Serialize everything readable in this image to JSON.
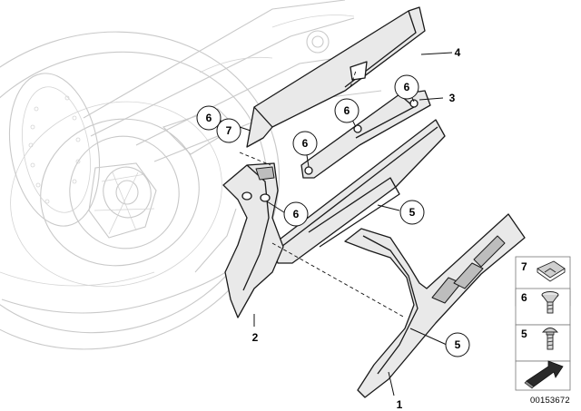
{
  "diagram": {
    "callouts": [
      {
        "id": "c1",
        "text": "4"
      },
      {
        "id": "c2",
        "text": "3"
      },
      {
        "id": "c3",
        "text": "6"
      },
      {
        "id": "c4",
        "text": "7"
      },
      {
        "id": "c5",
        "text": "6"
      },
      {
        "id": "c6",
        "text": "6"
      },
      {
        "id": "c7",
        "text": "6"
      },
      {
        "id": "c8",
        "text": "6"
      },
      {
        "id": "c9",
        "text": "5"
      },
      {
        "id": "c10",
        "text": "2"
      },
      {
        "id": "c11",
        "text": "5"
      },
      {
        "id": "c12",
        "text": "1"
      }
    ],
    "legend": [
      {
        "number": "7",
        "icon": "clip-nut-icon"
      },
      {
        "number": "6",
        "icon": "flat-head-screw-icon"
      },
      {
        "number": "5",
        "icon": "round-head-screw-icon"
      }
    ],
    "legend_arrow_icon": "direction-arrow-icon",
    "document_id": "00153672"
  }
}
